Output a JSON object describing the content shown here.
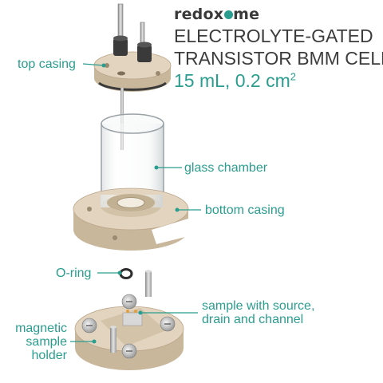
{
  "header": {
    "brand_left": "redox",
    "brand_right": "me",
    "title_line1": "ELECTROLYTE-GATED",
    "title_line2": "TRANSISTOR BMM CELL",
    "spec_volume_area": "15 mL, 0.2 cm",
    "spec_superscript": "2"
  },
  "labels": {
    "top_casing": "top casing",
    "glass_chamber": "glass chamber",
    "bottom_casing": "bottom casing",
    "o_ring": "O-ring",
    "sample_line1": "sample with source,",
    "sample_line2": "drain and channel",
    "holder_line1": "magnetic",
    "holder_line2": "sample",
    "holder_line3": "holder"
  },
  "colors": {
    "accent": "#2a9d8f",
    "text": "#3c3c3c",
    "peek": "#e2d4bf",
    "peek_shadow": "#c9b79c"
  }
}
